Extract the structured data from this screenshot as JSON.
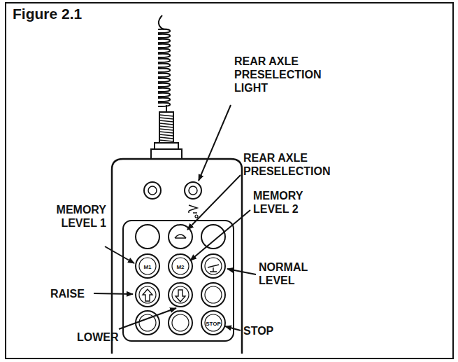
{
  "diagram": {
    "title": "Figure 2.1",
    "labels": [
      "REAR AXLE PRESELECTION LIGHT",
      "REAR AXLE PRESELECTION",
      "MEMORY LEVEL 1",
      "MEMORY LEVEL 2",
      "NORMAL LEVEL",
      "RAISE",
      "LOWER",
      "STOP",
      "M1",
      "M2",
      "STOP"
    ]
  }
}
